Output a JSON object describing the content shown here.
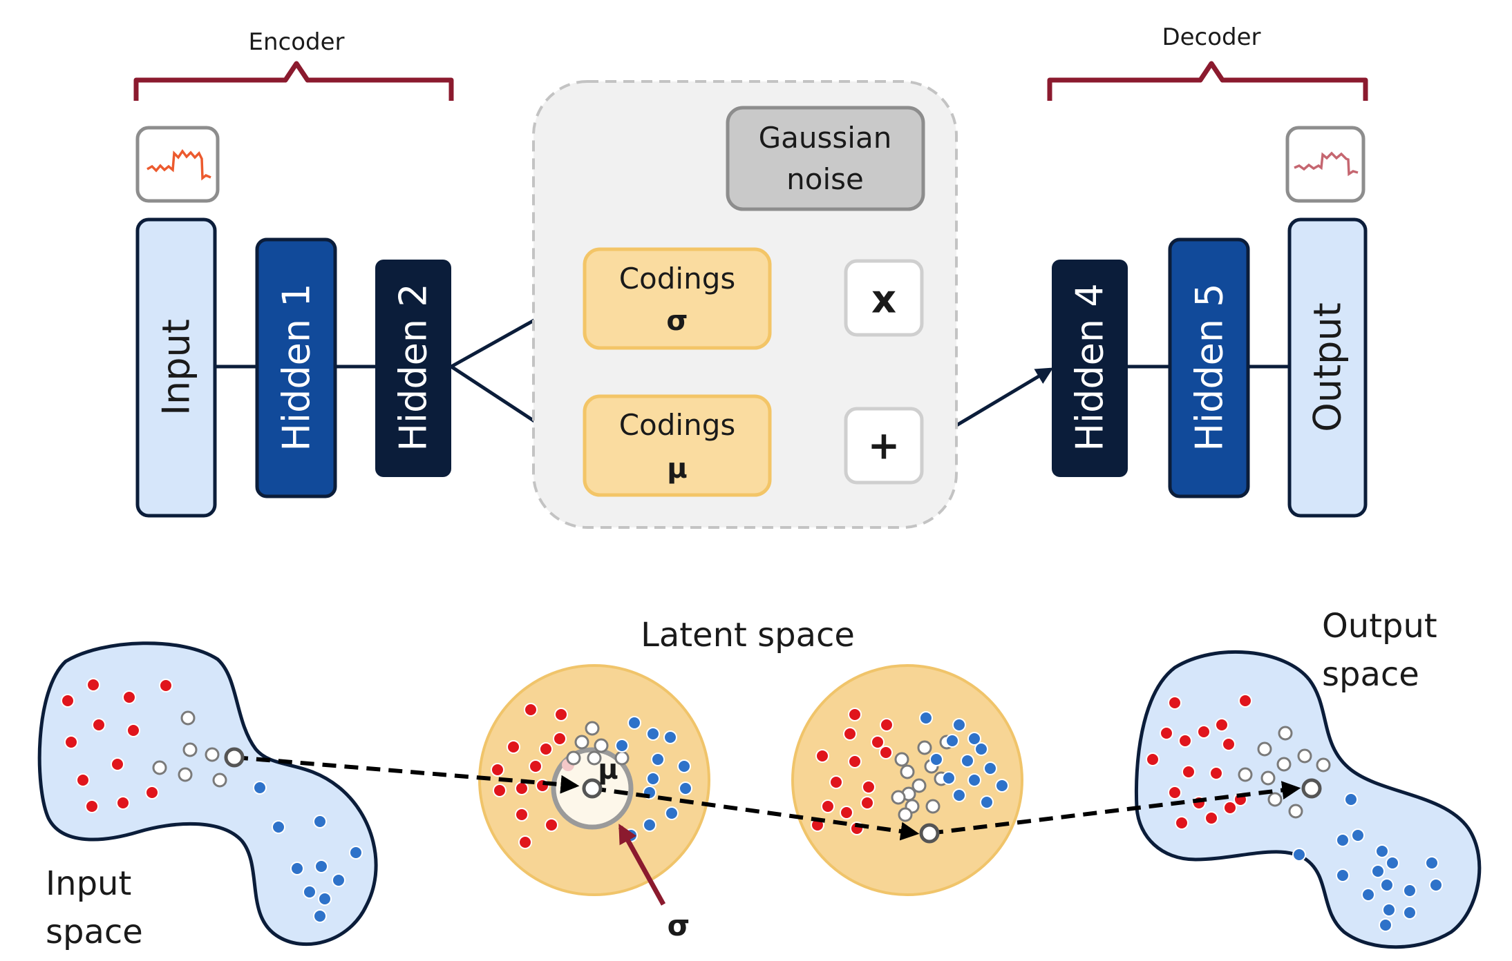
{
  "encoder": {
    "label": "Encoder"
  },
  "decoder": {
    "label": "Decoder"
  },
  "layers": {
    "input": "Input",
    "hidden1": "Hidden 1",
    "hidden2": "Hidden 2",
    "hidden4": "Hidden 4",
    "hidden5": "Hidden 5",
    "output": "Output"
  },
  "sampling": {
    "noise_line1": "Gaussian",
    "noise_line2": "noise",
    "codings_label": "Codings",
    "sigma_symbol": "σ",
    "mu_symbol": "μ",
    "multiply_op": "x",
    "add_op": "+"
  },
  "spaces": {
    "latent": "Latent space",
    "input_line1": "Input",
    "input_line2": "space",
    "output_line1": "Output",
    "output_line2": "space",
    "mu_marker": "μ",
    "sigma_marker": "σ"
  },
  "colors": {
    "encoder_bracket": "#8b1a2e",
    "input_box": "#d6e6fa",
    "hidden_mid": "#114a9a",
    "hidden_dark": "#0b1d3a",
    "codings_fill": "#fadca0",
    "codings_border": "#f3c567",
    "noise_fill": "#c9c9c9",
    "latent_fill": "#f7d595",
    "red_point": "#e0151c",
    "blue_point": "#2e72c9",
    "sigma_arrow": "#8b1a2e"
  }
}
